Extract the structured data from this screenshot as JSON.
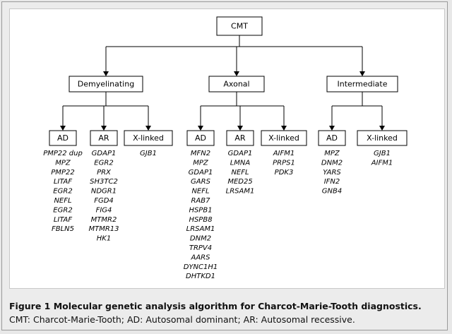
{
  "diagram": {
    "root": "CMT",
    "categories": [
      "Demyelinating",
      "Axonal",
      "Intermediate"
    ],
    "groups": [
      {
        "parent": "Demyelinating",
        "label": "AD",
        "genes": [
          "PMP22 dup",
          "MPZ",
          "PMP22",
          "LITAF",
          "EGR2",
          "NEFL",
          "EGR2",
          "LITAF",
          "FBLN5"
        ]
      },
      {
        "parent": "Demyelinating",
        "label": "AR",
        "genes": [
          "GDAP1",
          "EGR2",
          "PRX",
          "SH3TC2",
          "NDGR1",
          "FGD4",
          "FIG4",
          "MTMR2",
          "MTMR13",
          "HK1"
        ]
      },
      {
        "parent": "Demyelinating",
        "label": "X-linked",
        "genes": [
          "GJB1"
        ]
      },
      {
        "parent": "Axonal",
        "label": "AD",
        "genes": [
          "MFN2",
          "MPZ",
          "GDAP1",
          "GARS",
          "NEFL",
          "RAB7",
          "HSPB1",
          "HSPB8",
          "LRSAM1",
          "DNM2",
          "TRPV4",
          "AARS",
          "DYNC1H1",
          "DHTKD1"
        ]
      },
      {
        "parent": "Axonal",
        "label": "AR",
        "genes": [
          "GDAP1",
          "LMNA",
          "NEFL",
          "MED25",
          "LRSAM1"
        ]
      },
      {
        "parent": "Axonal",
        "label": "X-linked",
        "genes": [
          "AIFM1",
          "PRPS1",
          "PDK3"
        ]
      },
      {
        "parent": "Intermediate",
        "label": "AD",
        "genes": [
          "MPZ",
          "DNM2",
          "YARS",
          "IFN2",
          "GNB4"
        ]
      },
      {
        "parent": "Intermediate",
        "label": "X-linked",
        "genes": [
          "GJB1",
          "AIFM1"
        ]
      }
    ]
  },
  "caption": {
    "title": "Figure 1 Molecular genetic analysis algorithm for Charcot-Marie-Tooth diagnostics.",
    "text": "CMT: Charcot-Marie-Tooth; AD: Autosomal dominant; AR: Autosomal recessive."
  }
}
